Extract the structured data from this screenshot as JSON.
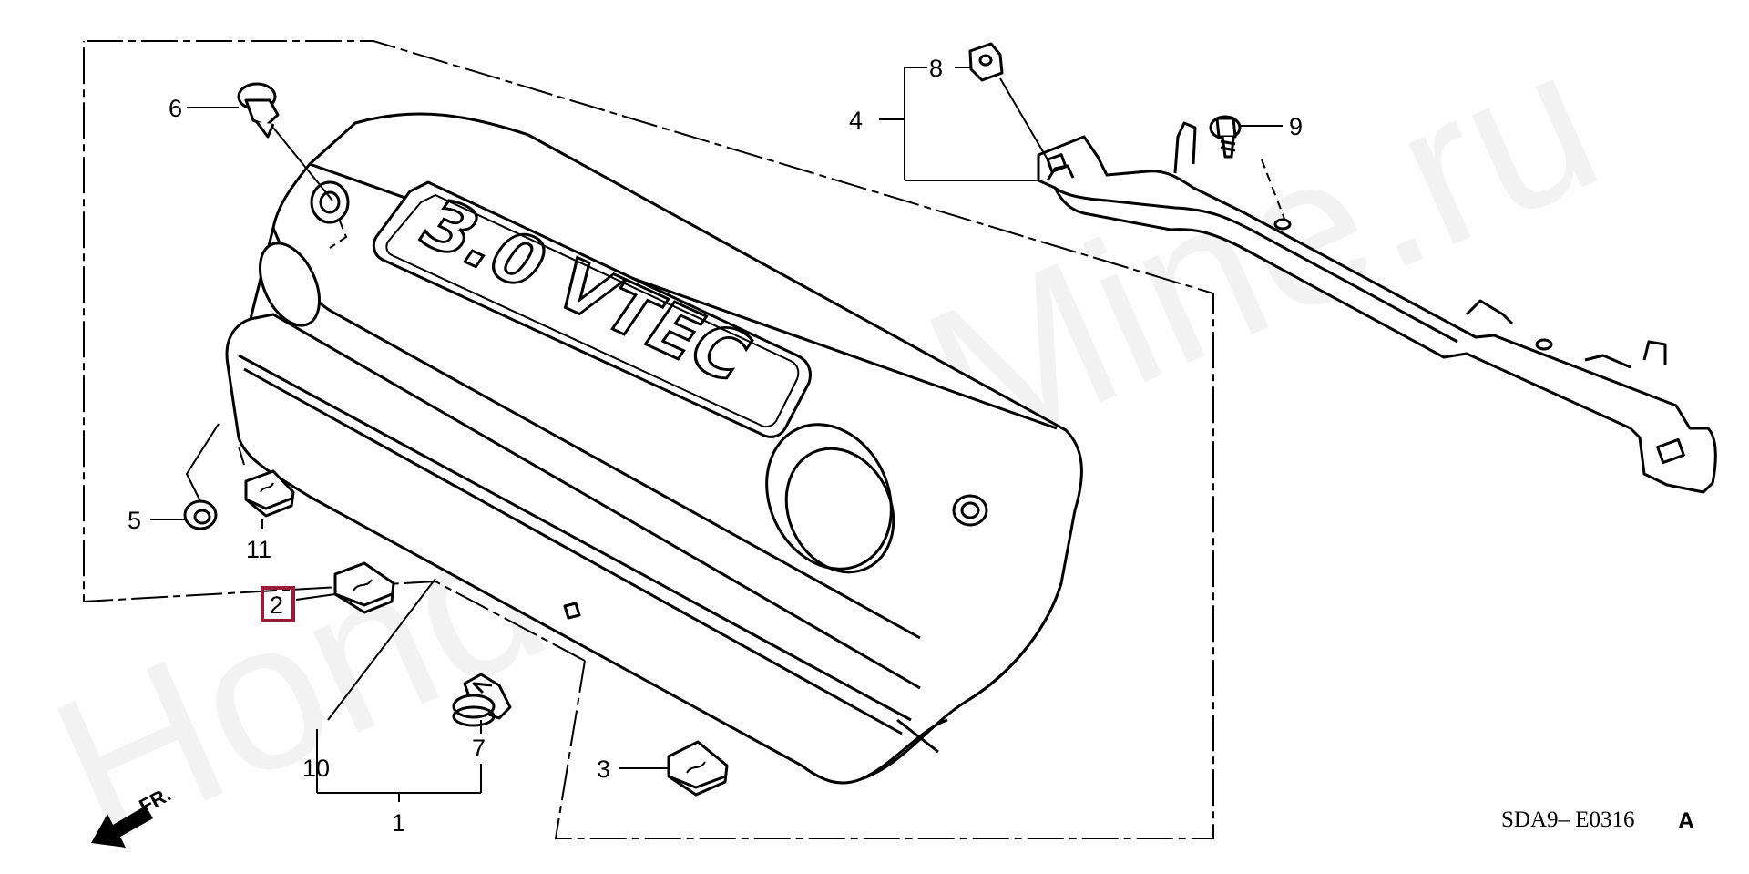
{
  "diagram": {
    "callouts": [
      {
        "id": "1",
        "label": "1"
      },
      {
        "id": "2",
        "label": "2",
        "highlighted": true
      },
      {
        "id": "3",
        "label": "3"
      },
      {
        "id": "4",
        "label": "4"
      },
      {
        "id": "5",
        "label": "5"
      },
      {
        "id": "6",
        "label": "6"
      },
      {
        "id": "7",
        "label": "7"
      },
      {
        "id": "8",
        "label": "8"
      },
      {
        "id": "9",
        "label": "9"
      },
      {
        "id": "10",
        "label": "10"
      },
      {
        "id": "11",
        "label": "11"
      }
    ],
    "emblem_text": "3.0 VTEC",
    "direction_label": "FR.",
    "diagram_code": "SDA9– E0316",
    "diagram_code_suffix": "A",
    "watermark": "HondaCarMine.ru",
    "highlight_color": "#9b1b3a",
    "line_color": "#000000"
  }
}
